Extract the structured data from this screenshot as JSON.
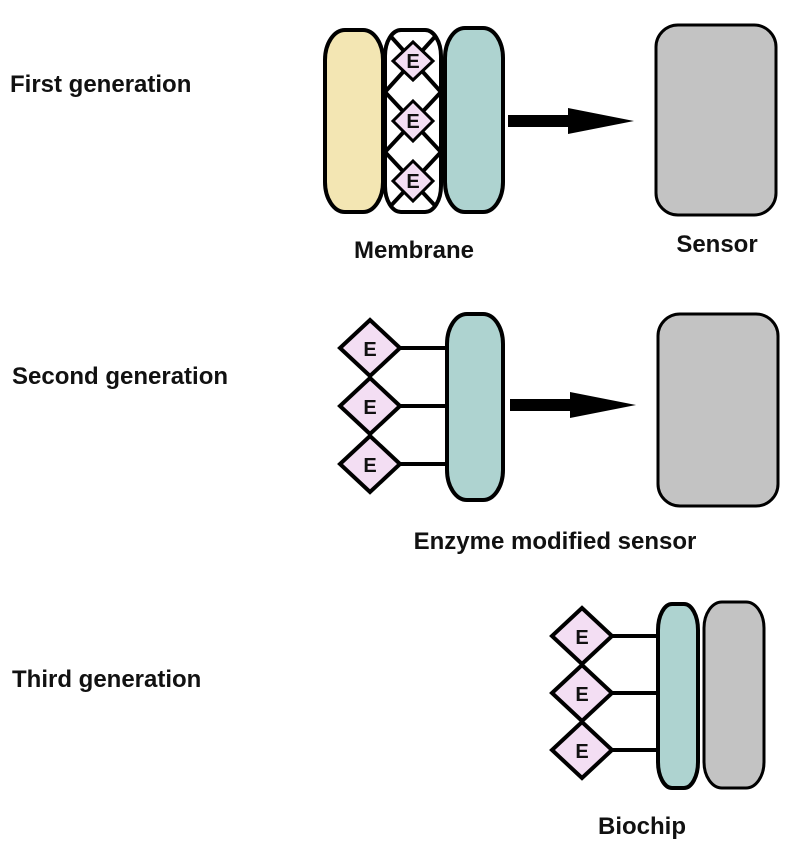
{
  "rows": [
    {
      "generation_label": "First generation",
      "component_labels": [
        "Membrane",
        "Sensor"
      ],
      "enzyme_marks": [
        "E",
        "E",
        "E"
      ]
    },
    {
      "generation_label": "Second generation",
      "component_labels": [
        "Enzyme modified sensor"
      ],
      "enzyme_marks": [
        "E",
        "E",
        "E"
      ]
    },
    {
      "generation_label": "Third generation",
      "component_labels": [
        "Biochip"
      ],
      "enzyme_marks": [
        "E",
        "E",
        "E"
      ]
    }
  ],
  "colors": {
    "outer_membrane": "#f3e6b3",
    "inner_membrane": "#aed3d0",
    "sensor": "#c3c3c3",
    "enzyme": "#f3def3",
    "stroke": "#000000"
  }
}
